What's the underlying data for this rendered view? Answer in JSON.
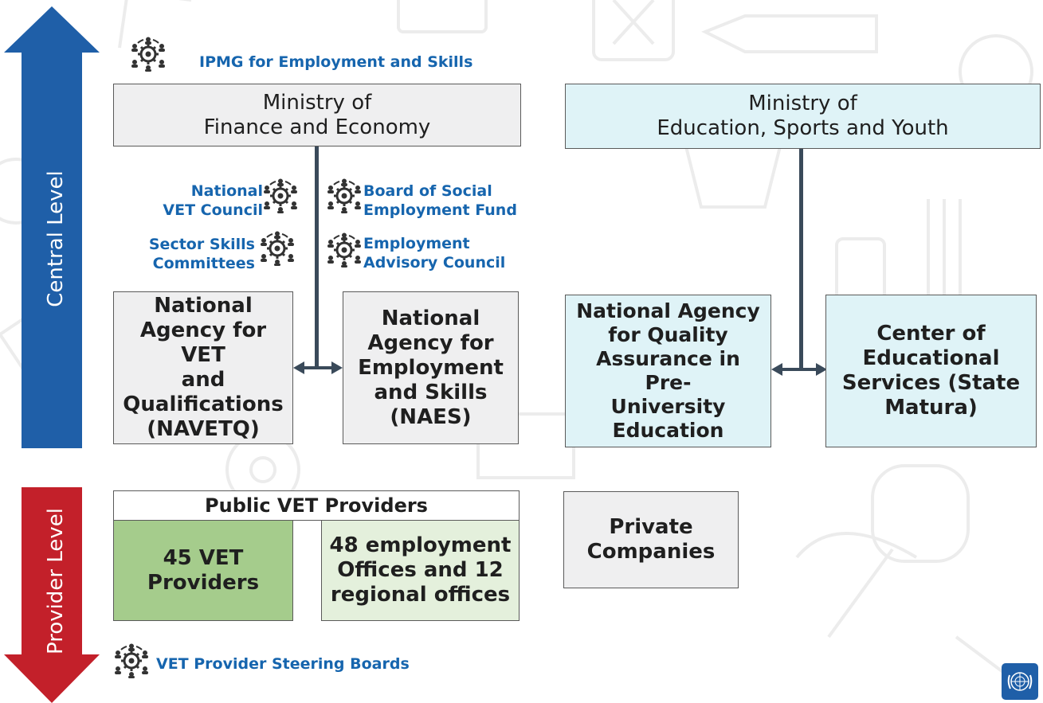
{
  "arrows": {
    "central_label": "Central Level",
    "provider_label": "Provider Level",
    "central_color": "#1f5fa8",
    "provider_color": "#c3202a"
  },
  "committees": {
    "ipmg": "IPMG for Employment and Skills",
    "vet_council": [
      "National",
      "VET Council"
    ],
    "sector_skills": [
      "Sector Skills",
      "Committees"
    ],
    "social_fund": [
      "Board of Social",
      "Employment Fund"
    ],
    "advisory": [
      "Employment",
      "Advisory Council"
    ],
    "steering": "VET Provider Steering Boards",
    "icon": "committee-gear-people-icon",
    "text_color": "#1665ae"
  },
  "ministries": {
    "finance": [
      "Ministry of",
      "Finance and Economy"
    ],
    "education": [
      "Ministry of",
      "Education, Sports and Youth"
    ]
  },
  "agencies": {
    "navetq": [
      "National",
      "Agency for VET",
      "and",
      "Qualifications",
      "(NAVETQ)"
    ],
    "naes": [
      "National",
      "Agency for",
      "Employment",
      "and Skills",
      "(NAES)"
    ],
    "quality": [
      "National Agency",
      "for Quality",
      "Assurance in Pre-",
      "University",
      "Education"
    ],
    "center": [
      "Center of",
      "Educational",
      "Services (State",
      "Matura)"
    ]
  },
  "providers": {
    "header": "Public VET Providers",
    "vet": [
      "45 VET",
      "Providers"
    ],
    "employment": [
      "48 employment",
      "Offices and 12",
      "regional offices"
    ],
    "private": [
      "Private",
      "Companies"
    ]
  },
  "colors": {
    "grey_box": "#efeff0",
    "cyan_box": "#dff3f7",
    "green_box": "#a5cc8c",
    "light_green_box": "#e4f0dc"
  }
}
